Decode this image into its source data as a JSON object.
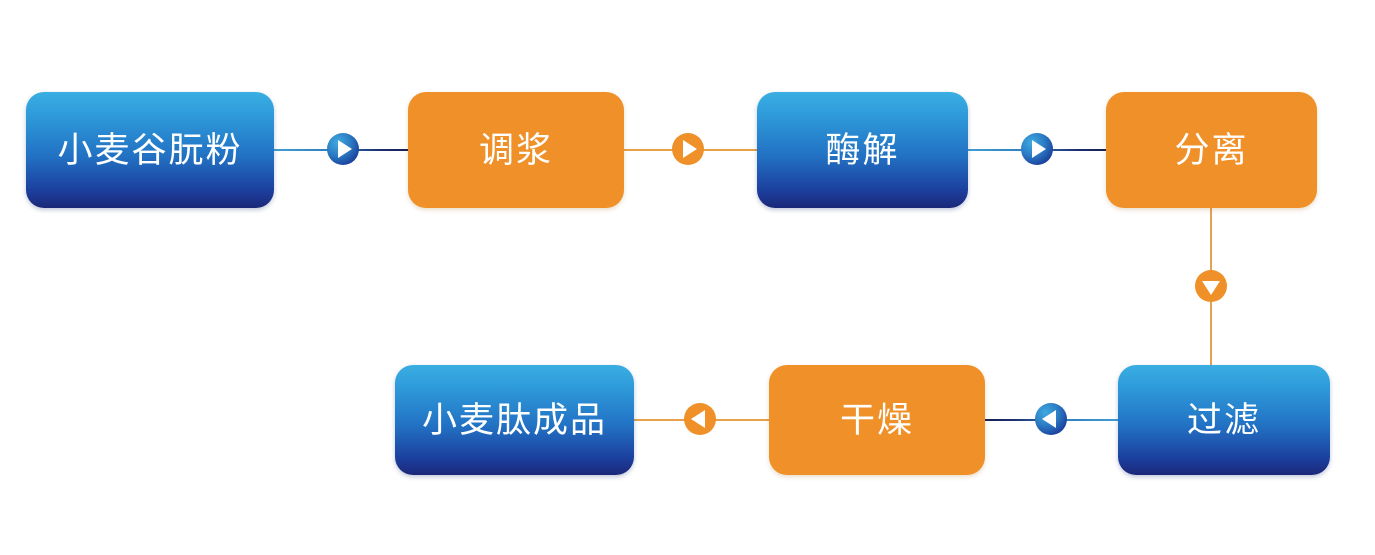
{
  "diagram": {
    "title": "",
    "type": "process-flowchart",
    "background_color": "#ffffff",
    "palette": {
      "blue_top": "#3aaee2",
      "blue_bottom": "#1b2878",
      "orange": "#ef9029",
      "line_orange": "#e6a14a",
      "line_blue": "#2f7ebd",
      "text": "#ffffff"
    },
    "nodes": [
      {
        "id": "wheat-gluten-powder",
        "label": "小麦谷朊粉",
        "color": "blue",
        "row": "top",
        "order": 1
      },
      {
        "id": "slurry-mixing",
        "label": "调浆",
        "color": "orange",
        "row": "top",
        "order": 2
      },
      {
        "id": "enzymatic-hydrolysis",
        "label": "酶解",
        "color": "blue",
        "row": "top",
        "order": 3
      },
      {
        "id": "separation",
        "label": "分离",
        "color": "orange",
        "row": "top",
        "order": 4
      },
      {
        "id": "filtration",
        "label": "过滤",
        "color": "blue",
        "row": "bottom",
        "order": 5
      },
      {
        "id": "drying",
        "label": "干燥",
        "color": "orange",
        "row": "bottom",
        "order": 6
      },
      {
        "id": "wheat-peptide-product",
        "label": "小麦肽成品",
        "color": "blue",
        "row": "bottom",
        "order": 7
      }
    ],
    "connectors": [
      {
        "id": "c1",
        "from": "wheat-gluten-powder",
        "to": "slurry-mixing",
        "marker": "arrow-right-icon",
        "marker_color": "blue",
        "line_color": "blue"
      },
      {
        "id": "c2",
        "from": "slurry-mixing",
        "to": "enzymatic-hydrolysis",
        "marker": "arrow-right-icon",
        "marker_color": "orange",
        "line_color": "orange"
      },
      {
        "id": "c3",
        "from": "enzymatic-hydrolysis",
        "to": "separation",
        "marker": "arrow-right-icon",
        "marker_color": "blue",
        "line_color": "blue"
      },
      {
        "id": "c4",
        "from": "separation",
        "to": "filtration",
        "marker": "arrow-down-icon",
        "marker_color": "orange",
        "line_color": "orange"
      },
      {
        "id": "c5",
        "from": "filtration",
        "to": "drying",
        "marker": "arrow-left-icon",
        "marker_color": "blue",
        "line_color": "blue"
      },
      {
        "id": "c6",
        "from": "drying",
        "to": "wheat-peptide-product",
        "marker": "arrow-left-icon",
        "marker_color": "orange",
        "line_color": "orange"
      }
    ]
  }
}
